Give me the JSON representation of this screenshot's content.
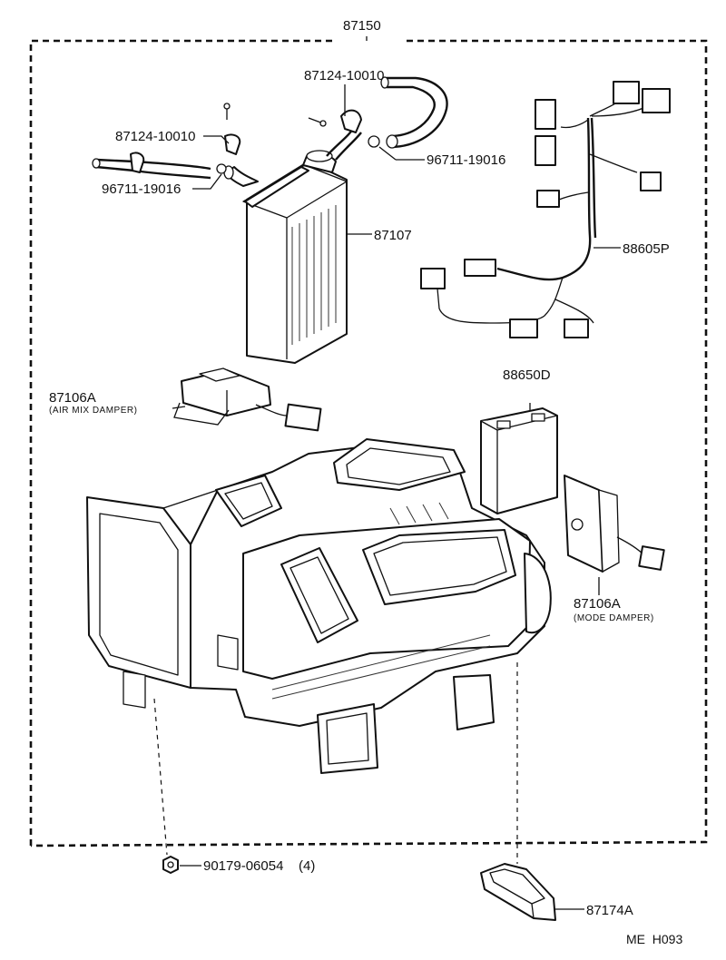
{
  "assembly": {
    "part_number": "87150"
  },
  "callouts": {
    "hose_clamp_upper": "87124-10010",
    "hose_clamp_left": "87124-10010",
    "clip_right": "96711-19016",
    "clip_left": "96711-19016",
    "heater_core": "87107",
    "wire_harness": "88605P",
    "amplifier": "88650D",
    "air_mix_servo": "87106A",
    "air_mix_servo_note": "(AIR MIX DAMPER)",
    "mode_servo": "87106A",
    "mode_servo_note": "(MODE DAMPER)",
    "nut": "90179-06054",
    "nut_qty": "(4)",
    "duct": "87174A"
  },
  "footer": {
    "diagram_code": "ME  H093"
  }
}
